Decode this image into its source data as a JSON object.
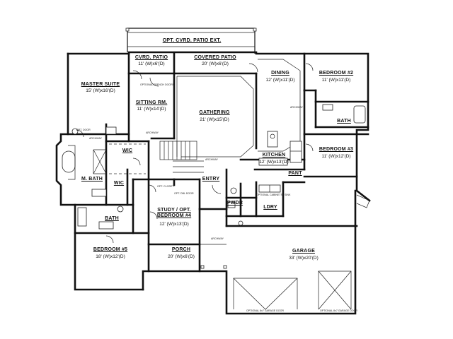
{
  "rooms": {
    "patio_ext": {
      "label": "OPT. CVRD. PATIO EXT."
    },
    "cvrd_patio": {
      "label": "CVRD. PATIO",
      "dims": "11' (W)x6'(D)"
    },
    "covered_patio": {
      "label": "COVERED PATIO",
      "dims": "20' (W)x6'(D)"
    },
    "dining": {
      "label": "DINING",
      "dims": "12' (W)x11'(D)"
    },
    "bedroom2": {
      "label": "BEDROOM #2",
      "dims": "11' (W)x11'(D)"
    },
    "master": {
      "label": "MASTER SUITE",
      "dims": "15' (W)x16'(D)"
    },
    "sitting": {
      "label": "SITTING RM.",
      "dims": "11' (W)x14'(D)"
    },
    "gathering": {
      "label": "GATHERING",
      "dims": "21' (W)x15'(D)"
    },
    "bath_right": {
      "label": "BATH"
    },
    "kitchen": {
      "label": "KITCHEN",
      "dims": "12' (W)x13'(D)"
    },
    "bedroom3": {
      "label": "BEDROOM #3",
      "dims": "11' (W)x12'(D)"
    },
    "wic_upper": {
      "label": "WIC"
    },
    "m_bath": {
      "label": "M. BATH"
    },
    "wic_lower": {
      "label": "WIC"
    },
    "pant": {
      "label": "PANT"
    },
    "entry": {
      "label": "ENTRY"
    },
    "pwdr": {
      "label": "PWDR"
    },
    "ldry": {
      "label": "LDRY"
    },
    "bath_left": {
      "label": "BATH"
    },
    "study": {
      "label": "STUDY / OPT. BEDROOM #4",
      "dims": "12' (W)x13'(D)"
    },
    "bedroom5": {
      "label": "BEDROOM #5",
      "dims": "18' (W)x12'(D)"
    },
    "porch": {
      "label": "PORCH",
      "dims": "20' (W)x6'(D)"
    },
    "garage": {
      "label": "GARAGE",
      "dims": "33' (W)x20'(D)"
    }
  },
  "notes": {
    "french_doors": "OPTIONAL FRENCH DOORS",
    "archway_1": "ARCHWAY",
    "archway_2": "ARCHWAY",
    "archway_3": "ARCHWAY",
    "archway_4": "ARCHWAY",
    "archway_5": "ARCHWAY",
    "opt_closet": "OPT. CLOSET",
    "opt_dbl_door": "OPT. DBL DOOR",
    "opt_door": "OPT. DOOR",
    "cabinets_sink": "OPTIONAL CABINETS / SINK",
    "garage_door_1": "OPTIONAL 8x7 GARAGE DOOR",
    "garage_door_2": "OPTIONAL 8x7 GARAGE DOOR"
  }
}
